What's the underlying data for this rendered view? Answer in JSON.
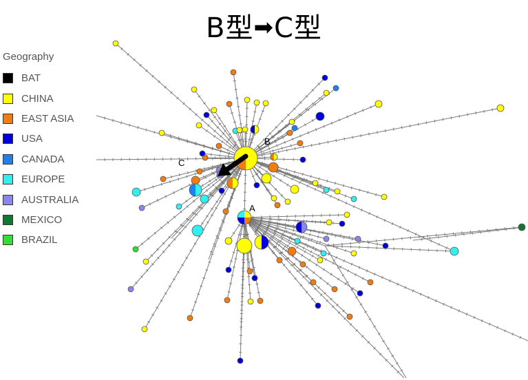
{
  "title": {
    "left": "B型",
    "arrow": "➡",
    "right": "C型"
  },
  "legend": {
    "title": "Geography",
    "items": [
      {
        "label": "BAT",
        "color": "#000000"
      },
      {
        "label": "CHINA",
        "color": "#ffff00"
      },
      {
        "label": "EAST ASIA",
        "color": "#f07d12"
      },
      {
        "label": "USA",
        "color": "#0000dd"
      },
      {
        "label": "CANADA",
        "color": "#1e82ee"
      },
      {
        "label": "EUROPE",
        "color": "#33eeee"
      },
      {
        "label": "AUSTRALIA",
        "color": "#8a86ee"
      },
      {
        "label": "MEXICO",
        "color": "#117733"
      },
      {
        "label": "BRAZIL",
        "color": "#33dd33"
      }
    ]
  },
  "node_labels": {
    "a": "A",
    "b": "B",
    "c": "C"
  }
}
